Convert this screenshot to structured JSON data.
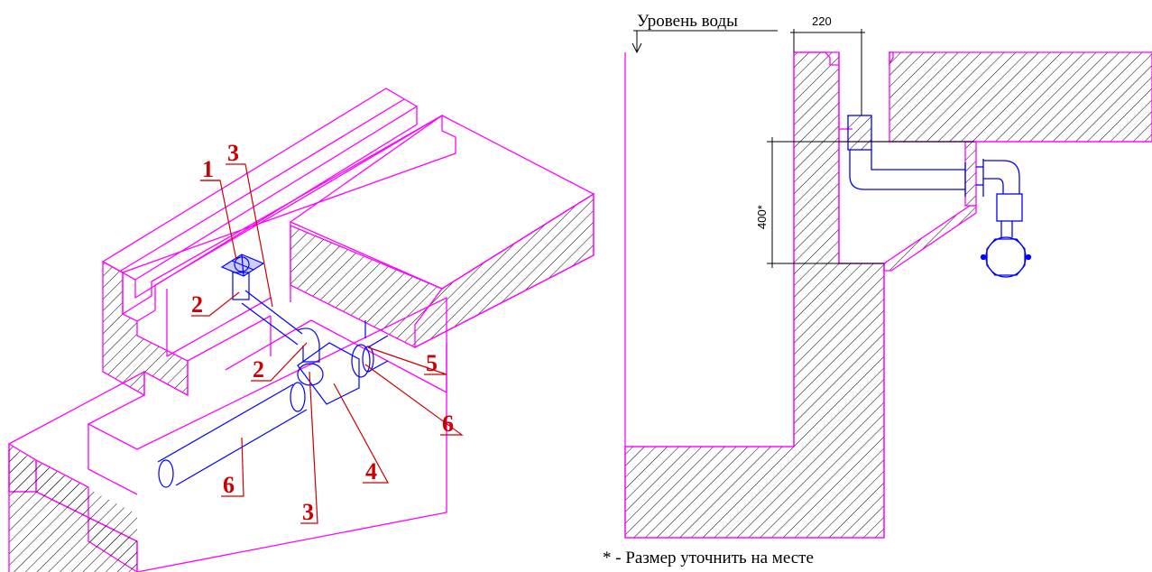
{
  "iso_view": {
    "callouts": [
      {
        "id": "c1",
        "text": "1"
      },
      {
        "id": "c3a",
        "text": "3"
      },
      {
        "id": "c2a",
        "text": "2"
      },
      {
        "id": "c2b",
        "text": "2"
      },
      {
        "id": "c5",
        "text": "5"
      },
      {
        "id": "c6a",
        "text": "6"
      },
      {
        "id": "c6b",
        "text": "6"
      },
      {
        "id": "c4",
        "text": "4"
      },
      {
        "id": "c3b",
        "text": "3"
      }
    ]
  },
  "section_view": {
    "water_level_label": "Уровень воды",
    "dim_horizontal": "220",
    "dim_vertical": "400*",
    "footnote": "* - Размер уточнить на месте"
  },
  "colors": {
    "outline": "#ff00ff",
    "pipe": "#0000ff",
    "callout": "#cc0000",
    "dimension": "#000000"
  }
}
